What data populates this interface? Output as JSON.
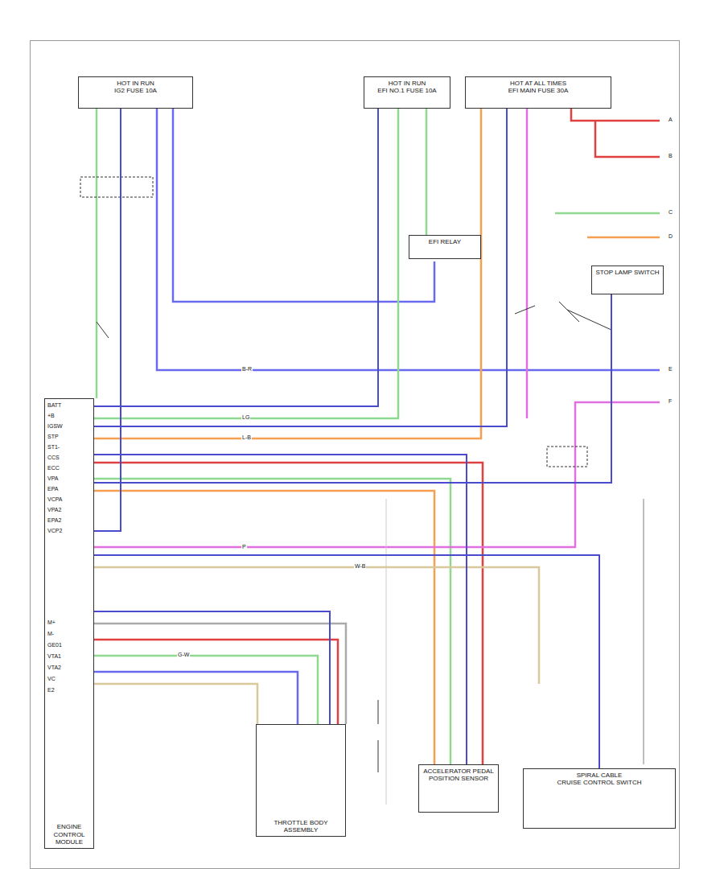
{
  "diagram": {
    "nodes": [
      {
        "text": [
          "HOT IN RUN",
          "IG2 FUSE 10A"
        ]
      },
      {
        "text": [
          "HOT IN RUN",
          "EFI NO.1 FUSE 10A"
        ]
      },
      {
        "text": [
          "HOT AT ALL TIMES",
          "EFI MAIN FUSE 30A"
        ]
      },
      {
        "text": [
          "EFI RELAY"
        ]
      },
      {
        "text": [
          "ENGINE CONTROL MODULE"
        ]
      },
      {
        "text": [
          "THROTTLE BODY ASSEMBLY"
        ]
      },
      {
        "text": [
          "ACCELERATOR PEDAL POSITION SENSOR"
        ]
      },
      {
        "text": [
          "SPIRAL CABLE",
          "CRUISE CONTROL SWITCH"
        ]
      },
      {
        "text": [
          "STOP LAMP SWITCH"
        ]
      }
    ],
    "edges": [
      {
        "from": 0,
        "to": 4,
        "arrow": "none"
      },
      {
        "from": 1,
        "to": 4,
        "arrow": "none"
      },
      {
        "from": 2,
        "to": 4,
        "arrow": "none"
      },
      {
        "from": 8,
        "to": 4,
        "arrow": "none"
      },
      {
        "from": 4,
        "to": 5,
        "arrow": "none"
      },
      {
        "from": 4,
        "to": 6,
        "arrow": "none"
      },
      {
        "from": 4,
        "to": 7,
        "arrow": "none"
      }
    ],
    "labels": [
      "BATT",
      "+B",
      "IGSW",
      "STP",
      "ST1-",
      "CCS",
      "ECC",
      "VPA",
      "EPA",
      "VCPA",
      "VPA2",
      "EPA2",
      "VCP2",
      "M+",
      "M-",
      "GE01",
      "VTA1",
      "VTA2",
      "VC",
      "E2",
      "B-R",
      "LG",
      "P",
      "L-B",
      "W-B",
      "G-W",
      "A",
      "B",
      "C",
      "D",
      "E",
      "F"
    ]
  }
}
